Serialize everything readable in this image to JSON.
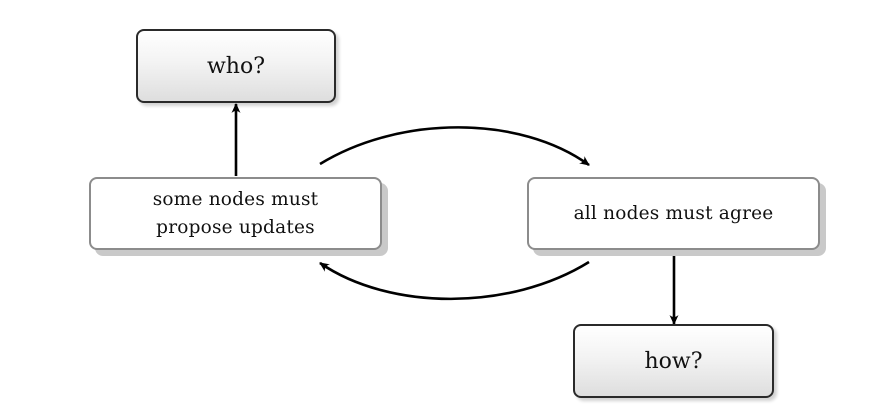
{
  "nodes": {
    "who": {
      "label": "who?"
    },
    "propose": {
      "line1": "some nodes must",
      "line2": "propose updates"
    },
    "agree": {
      "label": "all nodes must agree"
    },
    "how": {
      "label": "how?"
    }
  },
  "edges": [
    {
      "from": "propose",
      "to": "who"
    },
    {
      "from": "propose",
      "to": "agree"
    },
    {
      "from": "agree",
      "to": "propose"
    },
    {
      "from": "agree",
      "to": "how"
    }
  ],
  "colors": {
    "edge": "#000000",
    "dark_border": "#2a2a2a",
    "light_border": "#8c8c8c",
    "light_shadow": "#c9c9c9"
  }
}
